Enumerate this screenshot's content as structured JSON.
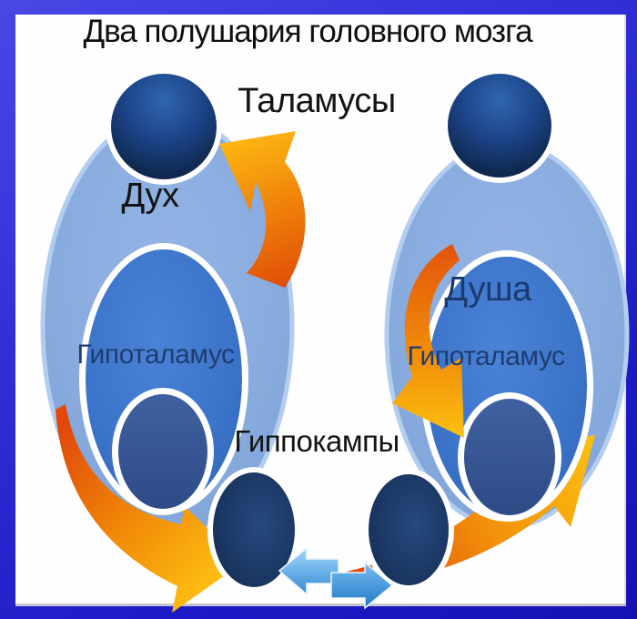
{
  "title": "Два полушария головного мозга",
  "labels": {
    "thalamuses": "Таламусы",
    "spirit": "Дух",
    "soul": "Душа",
    "hypothalamus_left": "Гипоталамус",
    "hypothalamus_right": "Гипоталамус",
    "hippocampi": "Гиппокампы"
  },
  "colors": {
    "frame_blue": "#2a27d2",
    "background": "#fefefe",
    "hemisphere_light_blue": "#86aadd",
    "hemisphere_edge_highlight": "#b3cdf0",
    "hypothalamus_ellipse_blue": "#3b74c9",
    "inner_navy_ellipse": "#35548f",
    "thalamus_circle_navy": "#16325e",
    "hippocampus_navy": "#1c3a68",
    "arrow_orange": "#e8590a",
    "arrow_yellow": "#fcb913",
    "exchange_arrow_blue": "#2e86d4",
    "title_text": "#0f0f0f",
    "navy_text": "#1f3d6f"
  }
}
